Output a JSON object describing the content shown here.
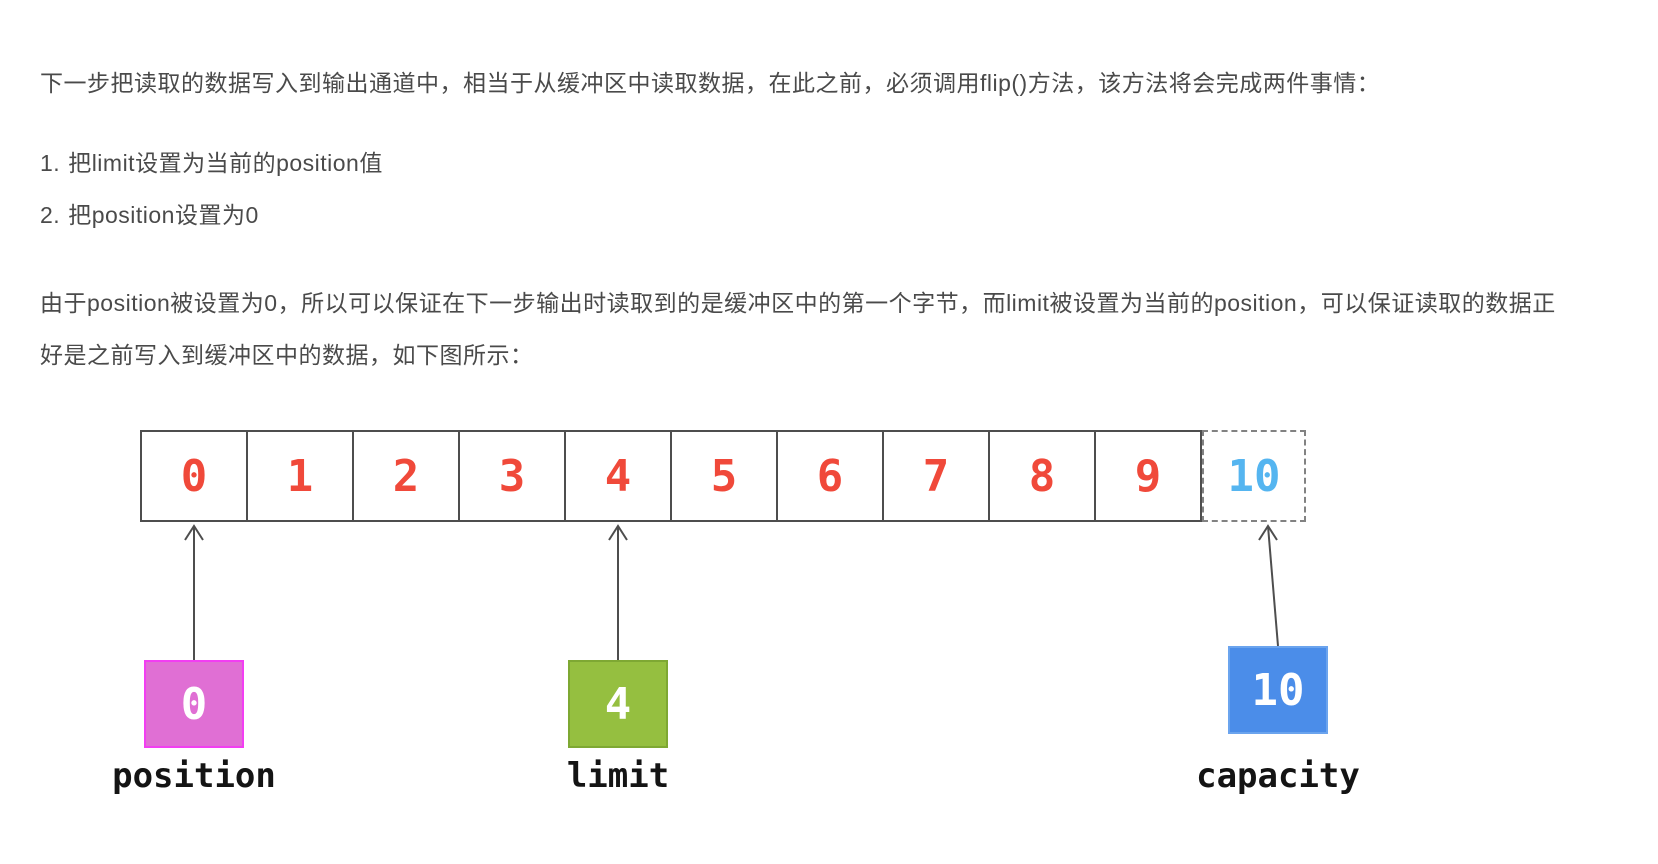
{
  "page": {
    "background": "#ffffff",
    "text_color": "#4a4a4a"
  },
  "paragraphs": {
    "intro": "下一步把读取的数据写入到输出通道中，相当于从缓冲区中读取数据，在此之前，必须调用flip()方法，该方法将会完成两件事情：",
    "explain": "由于position被设置为0，所以可以保证在下一步输出时读取到的是缓冲区中的第一个字节，而limit被设置为当前的position，可以保证读取的数据正好是之前写入到缓冲区中的数据，如下图所示："
  },
  "list": {
    "items": [
      {
        "number": "1.",
        "text": "把limit设置为当前的position值"
      },
      {
        "number": "2.",
        "text": "把position设置为0"
      }
    ]
  },
  "diagram": {
    "cells": [
      {
        "value": "0",
        "type": "solid"
      },
      {
        "value": "1",
        "type": "solid"
      },
      {
        "value": "2",
        "type": "solid"
      },
      {
        "value": "3",
        "type": "solid"
      },
      {
        "value": "4",
        "type": "solid"
      },
      {
        "value": "5",
        "type": "solid"
      },
      {
        "value": "6",
        "type": "solid"
      },
      {
        "value": "7",
        "type": "solid"
      },
      {
        "value": "8",
        "type": "solid"
      },
      {
        "value": "9",
        "type": "solid"
      },
      {
        "value": "10",
        "type": "dashed"
      }
    ],
    "colors": {
      "cell_digit_red": "#f0493a",
      "cell_digit_blue": "#55b5f0",
      "cell_border": "#4e4e4e",
      "dashed_border": "#828282",
      "arrow": "#4e4e4e"
    },
    "pointers": [
      {
        "label": "position",
        "value": "0",
        "cell_index": 0,
        "fill": "#e06fd4",
        "border": "#f23ef2"
      },
      {
        "label": "limit",
        "value": "4",
        "cell_index": 4,
        "fill": "#95bf40",
        "border": "#7ea833"
      },
      {
        "label": "capacity",
        "value": "10",
        "cell_index": 10,
        "fill": "#4b8de9",
        "border": "#6ba4ee"
      }
    ]
  }
}
